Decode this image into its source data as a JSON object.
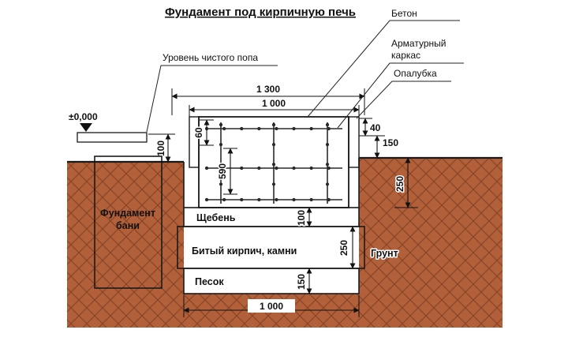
{
  "title": "Фундамент под кирпичную печь",
  "callouts": {
    "concrete": "Бетон",
    "rebar_line1": "Арматурный",
    "rebar_line2": "каркас",
    "formwork": "Опалубка",
    "floor_level": "Уровень чистого попа",
    "zero_mark": "±0,000"
  },
  "parts": {
    "bath_foundation_line1": "Фундамент",
    "bath_foundation_line2": "бани",
    "gravel": "Щебень",
    "broken_brick": "Битый кирпич, камни",
    "sand": "Песок",
    "soil": "Грунт"
  },
  "dims": {
    "top_outer": "1 300",
    "top_inner": "1 000",
    "floor_height": "100",
    "top_cover": "60",
    "cage_height": "590",
    "board_thickness": "40",
    "formwork_height": "150",
    "pit_depth": "250",
    "gravel_thickness": "100",
    "brick_thickness": "250",
    "sand_thickness": "150",
    "bottom_width": "1 000"
  },
  "colors": {
    "soil": "#b2603a",
    "soil_hatch": "#8a4526",
    "concrete_block": "#c9ccd0",
    "foundation_concrete": "#dde1e6",
    "formwork": "#d9a96f",
    "gravel_layer": "#f7f6f2",
    "brick_layer": "#e9cfc6",
    "sand_layer": "#ecd9ab",
    "line": "#1a1a1a"
  }
}
